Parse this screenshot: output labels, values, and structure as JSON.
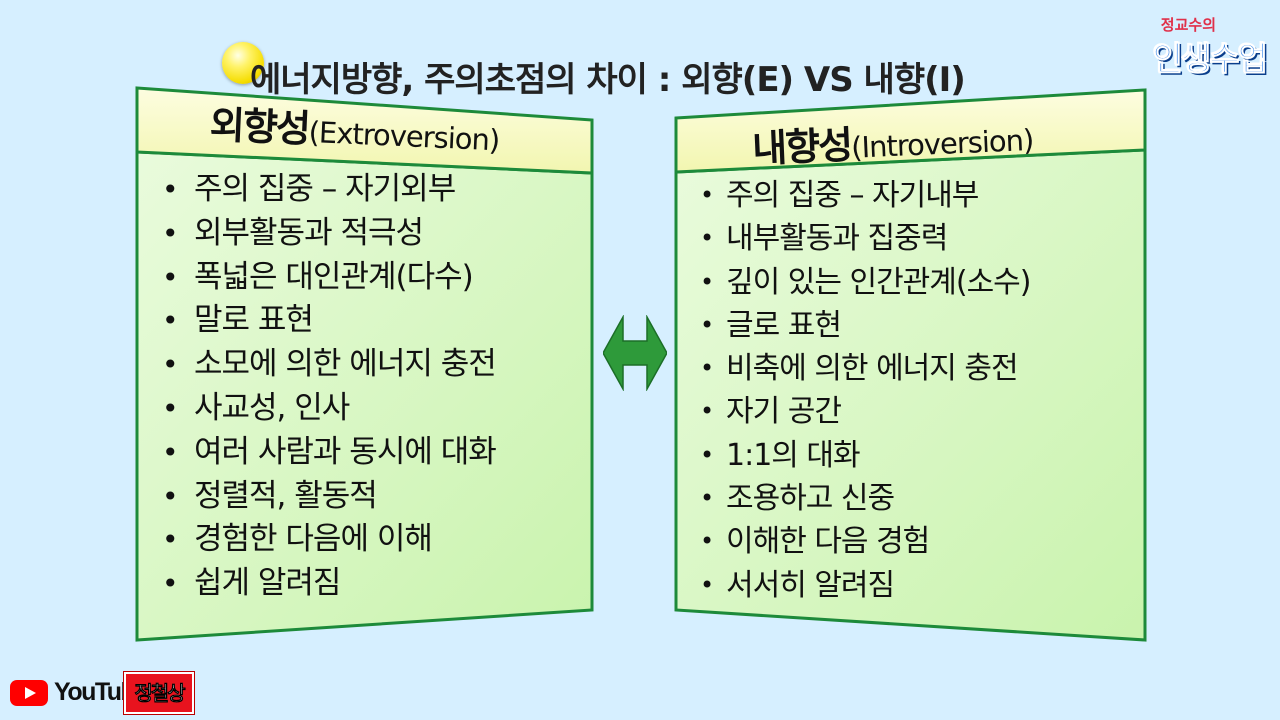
{
  "title": "에너지방향, 주의초점의 차이 : 외향(E) VS 내향(I)",
  "logo": {
    "small": "정교수의",
    "big": "인생수업"
  },
  "left_panel": {
    "heading_ko": "외향성",
    "heading_en": "(Extroversion)",
    "items": [
      "주의 집중 – 자기외부",
      "외부활동과 적극성",
      "폭넓은 대인관계(다수)",
      "말로 표현",
      "소모에 의한 에너지 충전",
      "사교성, 인사",
      "여러 사람과 동시에 대화",
      "정렬적, 활동적",
      "경험한 다음에 이해",
      "쉽게 알려짐"
    ]
  },
  "right_panel": {
    "heading_ko": "내향성",
    "heading_en": "(Introversion)",
    "items": [
      "주의 집중 – 자기내부",
      "내부활동과 집중력",
      "깊이 있는 인간관계(소수)",
      "글로 표현",
      "비축에 의한 에너지 충전",
      "자기 공간",
      "1:1의 대화",
      "조용하고 신중",
      "이해한 다음 경험",
      "서서히 알려짐"
    ]
  },
  "footer": {
    "youtube_label": "YouTube",
    "brand_label": "정철상"
  },
  "colors": {
    "background": "#d6efff",
    "panel_fill": "#d4f7bd",
    "header_fill": "#fafcc0",
    "border": "#1d8a3a",
    "arrow": "#2e9a3a"
  },
  "icons": [
    "lightbulb-icon",
    "double-arrow-icon",
    "youtube-icon"
  ]
}
